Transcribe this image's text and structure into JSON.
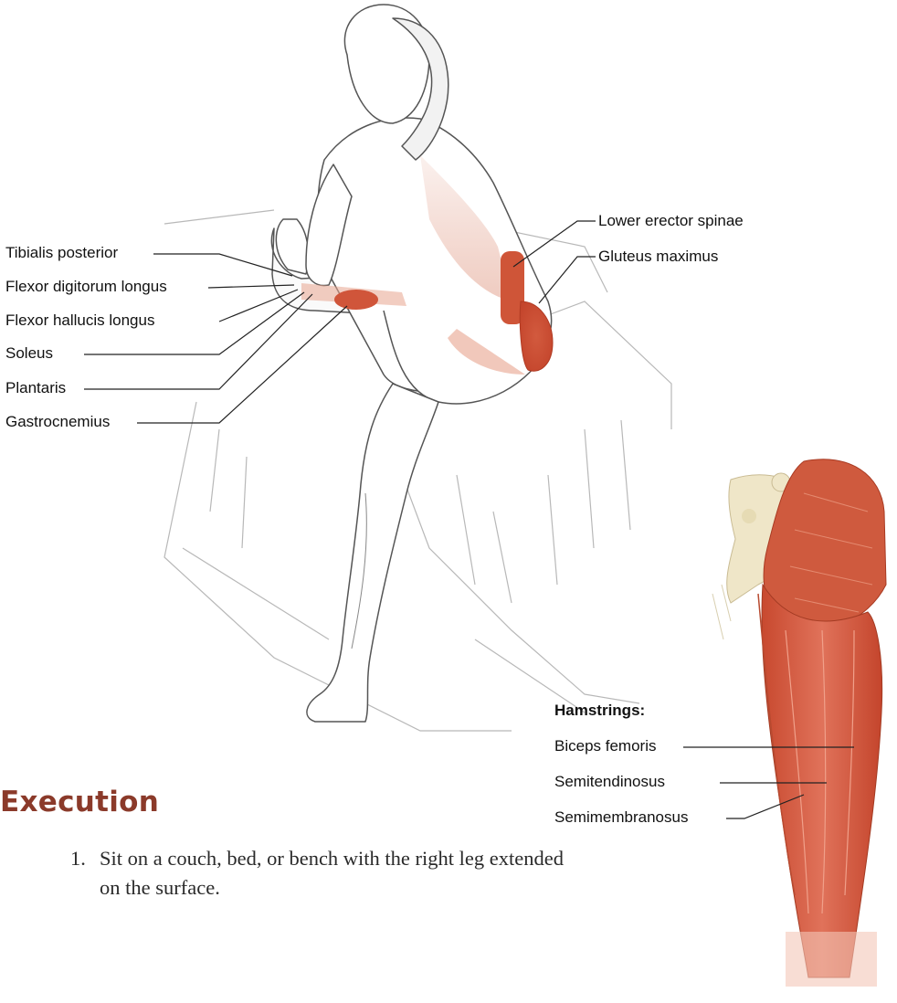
{
  "figure": {
    "left_labels": [
      "Tibialis posterior",
      "Flexor digitorum longus",
      "Flexor hallucis longus",
      "Soleus",
      "Plantaris",
      "Gastrocnemius"
    ],
    "right_labels": [
      "Lower erector spinae",
      "Gluteus maximus"
    ],
    "hamstrings_heading": "Hamstrings:",
    "hamstring_labels": [
      "Biceps femoris",
      "Semitendinosus",
      "Semimembranosus"
    ]
  },
  "section": {
    "heading": "Execution",
    "steps": [
      {
        "number": "1.",
        "line1": "Sit on a couch, bed, or bench with the right leg extended",
        "line2": "on the surface."
      }
    ]
  },
  "colors": {
    "muscle": "#d0553a",
    "muscle_light": "#e8a48e",
    "heading": "#8b3a2a",
    "bone": "#efe6c8"
  }
}
